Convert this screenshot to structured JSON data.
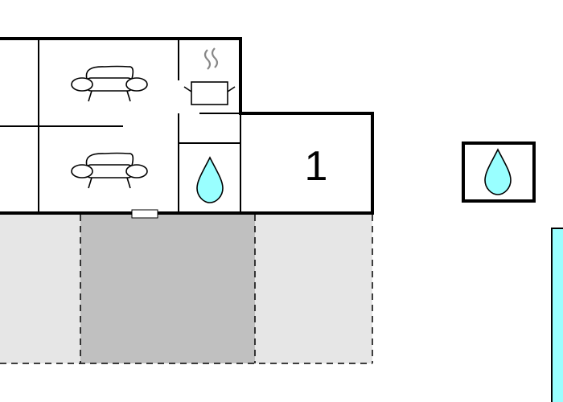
{
  "floorplan": {
    "rooms": [
      {
        "id": "living-upper",
        "kind": "living",
        "icon": "sofa-icon"
      },
      {
        "id": "living-lower",
        "kind": "living",
        "icon": "sofa-icon"
      },
      {
        "id": "kitchen",
        "kind": "kitchen",
        "icon": "cooking-pot-icon"
      },
      {
        "id": "bathroom",
        "kind": "bathroom",
        "icon": "water-drop-icon"
      },
      {
        "id": "bedroom-1",
        "kind": "bedroom",
        "label": "1"
      }
    ],
    "outbuilding": {
      "kind": "bathroom",
      "icon": "water-drop-icon"
    },
    "terrace": {
      "style": "dashed outline"
    },
    "pool": {
      "style": "partial, cut off at right edge"
    },
    "colors": {
      "wall": "#000000",
      "water": "#99ffff",
      "terrace_light": "#e6e6e6",
      "terrace_dark": "#c0c0c0",
      "steam": "#888888",
      "pool": "#99ffff"
    }
  }
}
